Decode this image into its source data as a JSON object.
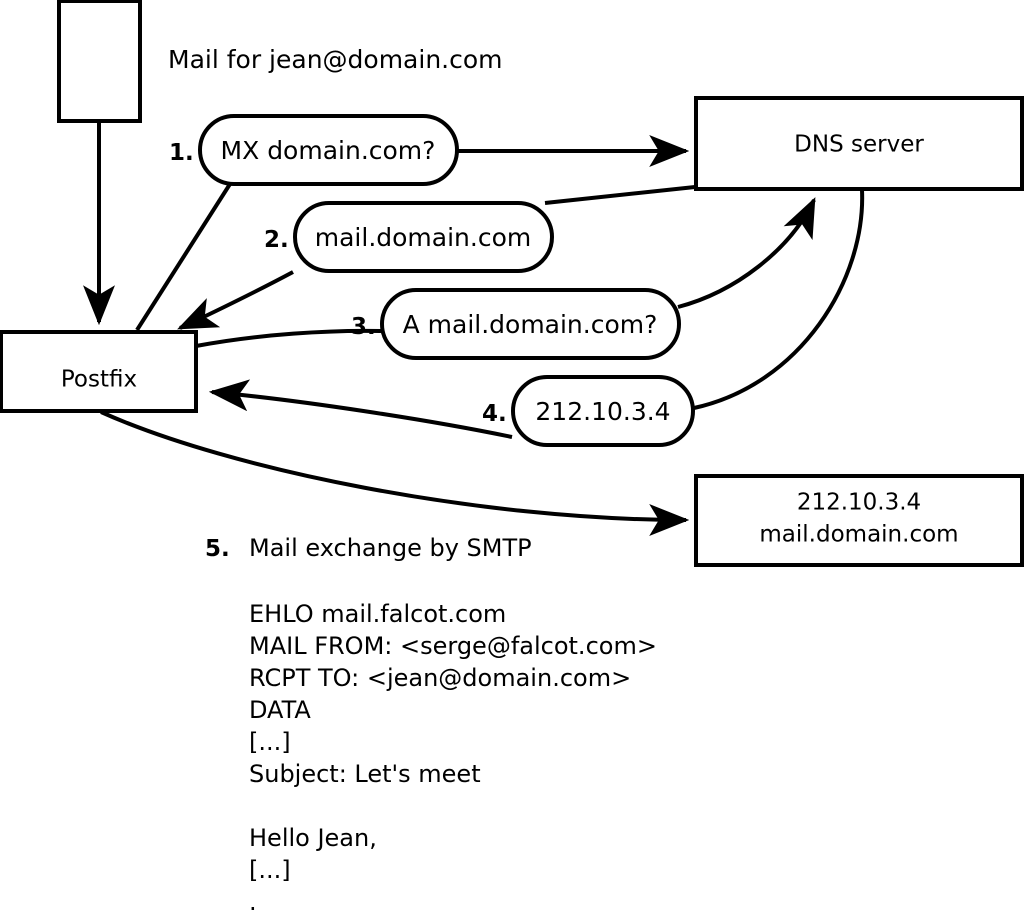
{
  "diagram": {
    "title_note": "Mail for jean@domain.com",
    "nodes": [
      {
        "id": "source-box",
        "label": ""
      },
      {
        "id": "postfix",
        "label": "Postfix"
      },
      {
        "id": "dns-server",
        "label": "DNS server"
      },
      {
        "id": "mail-server",
        "label_line1": "212.10.3.4",
        "label_line2": "mail.domain.com"
      }
    ],
    "steps": [
      {
        "num": "1.",
        "label": "MX domain.com?"
      },
      {
        "num": "2.",
        "label": "mail.domain.com"
      },
      {
        "num": "3.",
        "label": "A mail.domain.com?"
      },
      {
        "num": "4.",
        "label": "212.10.3.4"
      }
    ],
    "step5": {
      "num": "5.",
      "label": "Mail exchange by SMTP"
    },
    "smtp_transcript": [
      "EHLO mail.falcot.com",
      "MAIL FROM: <serge@falcot.com>",
      "RCPT TO: <jean@domain.com>",
      "DATA",
      "[...]",
      "Subject: Let's meet",
      "",
      "Hello Jean,",
      "[...]",
      "."
    ],
    "colors": {
      "stroke": "#000000",
      "fill": "#ffffff",
      "background": "#ffffff"
    }
  }
}
